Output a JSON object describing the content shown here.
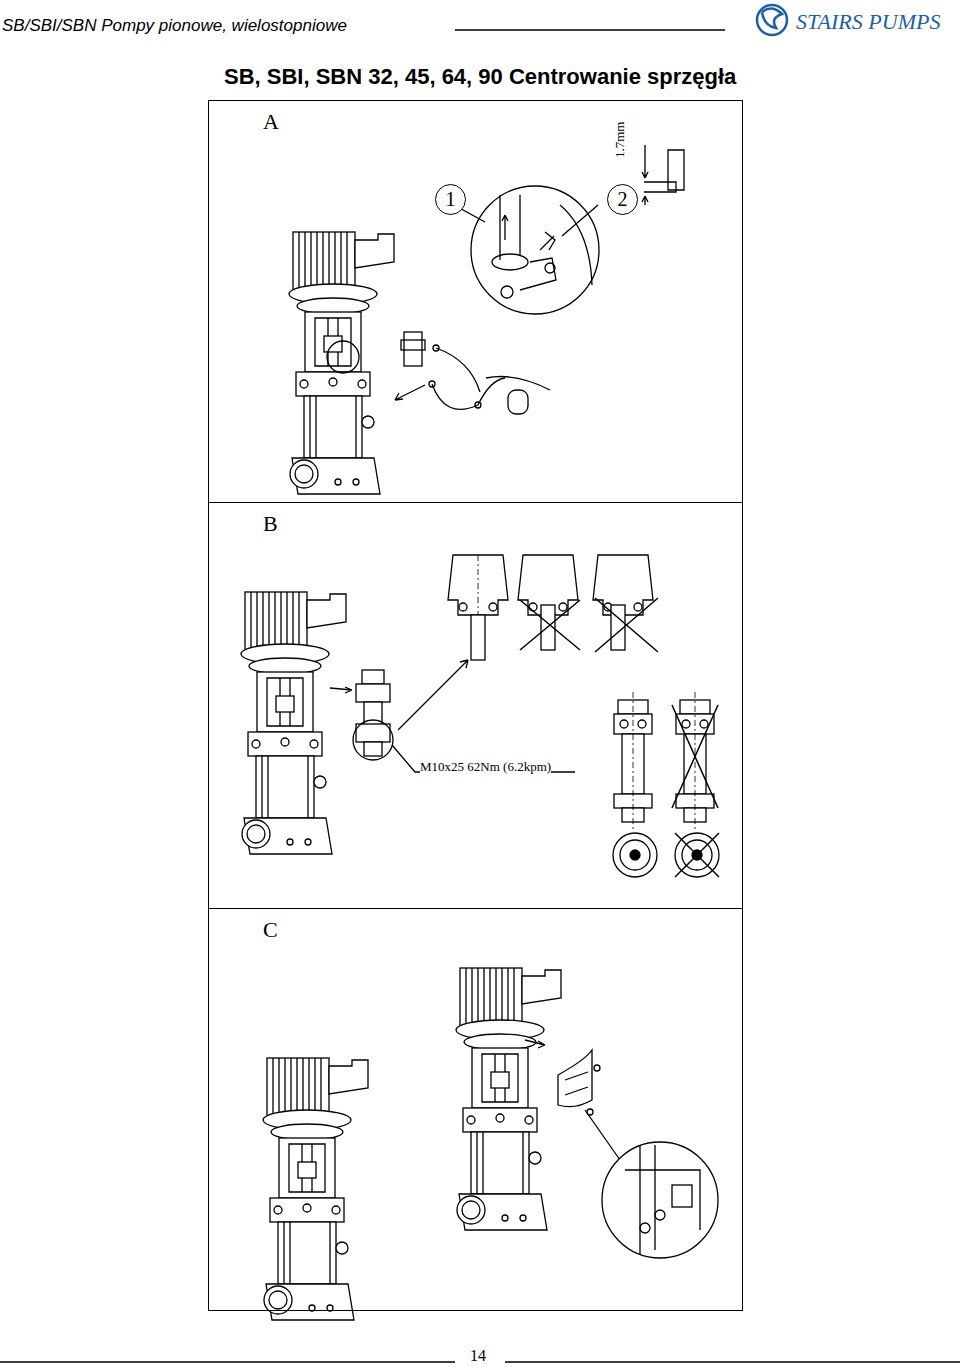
{
  "diagram": {
    "title": "SB, SBI, SBN 32, 45, 64, 90 Centrowanie sprzęgła",
    "nodes": [
      {
        "text": [
          "A"
        ]
      },
      {
        "text": [
          "1"
        ],
        "in": 0
      },
      {
        "text": [
          "2"
        ],
        "in": 0
      },
      {
        "text": [
          "B"
        ]
      },
      {
        "text": [
          "C"
        ]
      }
    ],
    "labels": [
      "SB/SBI/SBN Pompy pionowe, wielostopniowe",
      "STAIRS PUMPS",
      "1.7mm",
      "M10x25 62Nm (6.2kpm)",
      "14"
    ]
  }
}
